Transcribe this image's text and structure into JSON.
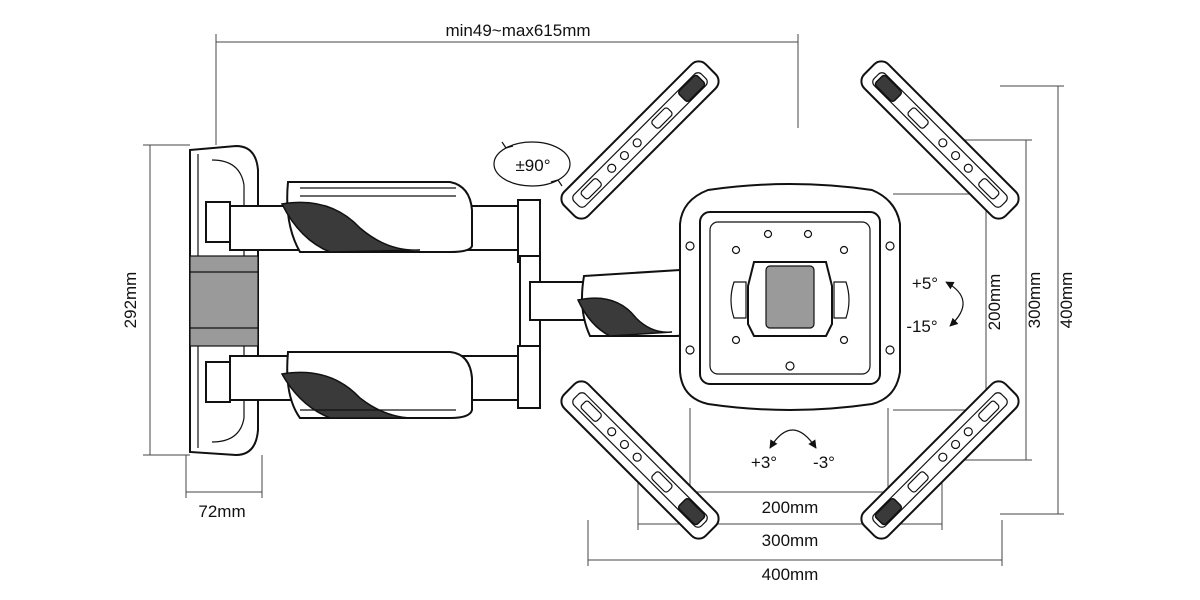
{
  "dimensions": {
    "arm_extension": "min49~max615mm",
    "height": "292mm",
    "depth": "72mm",
    "vertical_200": "200mm",
    "vertical_300": "300mm",
    "vertical_400": "400mm",
    "horizontal_200": "200mm",
    "horizontal_300": "300mm",
    "horizontal_400": "400mm"
  },
  "rotations": {
    "swivel": "±90°",
    "tilt_up": "+5°",
    "tilt_down": "-15°",
    "level_plus": "+3°",
    "level_minus": "-3°"
  }
}
